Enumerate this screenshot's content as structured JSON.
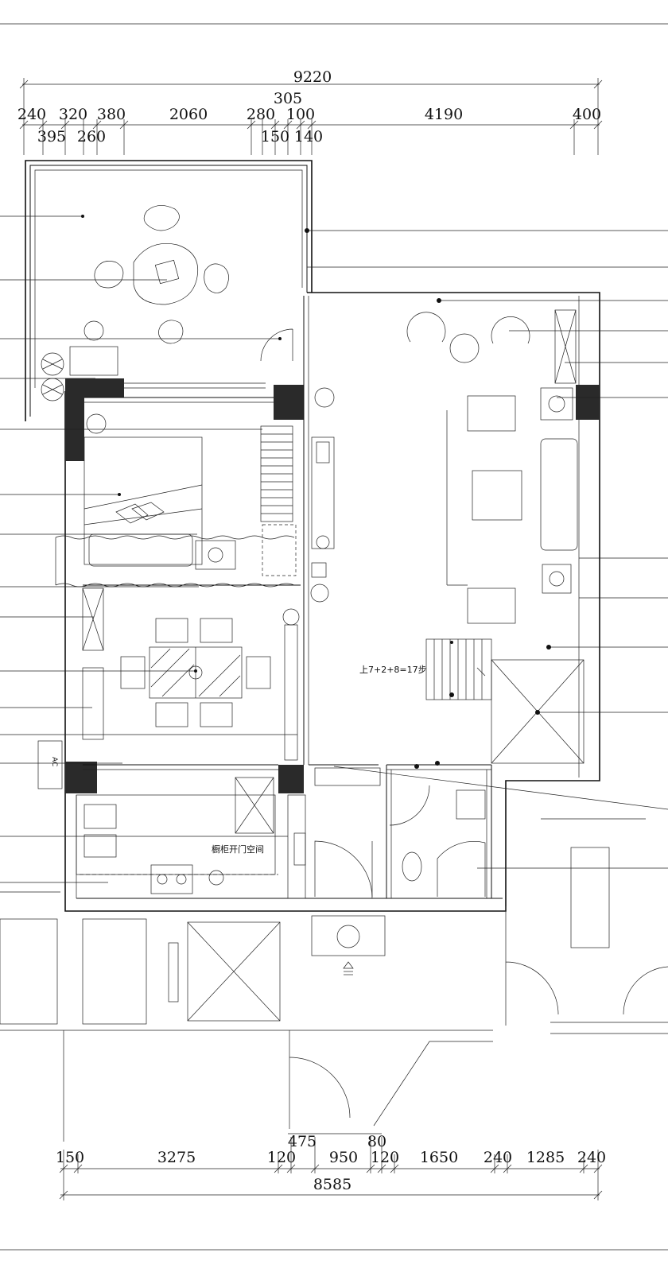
{
  "dimensions_top": {
    "overall": "9220",
    "row2": [
      "305"
    ],
    "row1": [
      "240",
      "320",
      "380",
      "2060",
      "280",
      "100",
      "4190",
      "400"
    ],
    "row0": [
      "395",
      "260",
      "150",
      "140"
    ]
  },
  "dimensions_bottom": {
    "overall": "8585",
    "row_upper": [
      "475",
      "80"
    ],
    "row_main": [
      "150",
      "3275",
      "120",
      "950",
      "120",
      "1650",
      "240",
      "1285",
      "240"
    ]
  },
  "labels": {
    "stair_note": "上7+2+8=17步",
    "kitchen_note": "橱柜开门空间",
    "ac_tag": "AC"
  },
  "colors": {
    "line": "#111111",
    "column": "#2a2a2a",
    "background": "#ffffff"
  }
}
